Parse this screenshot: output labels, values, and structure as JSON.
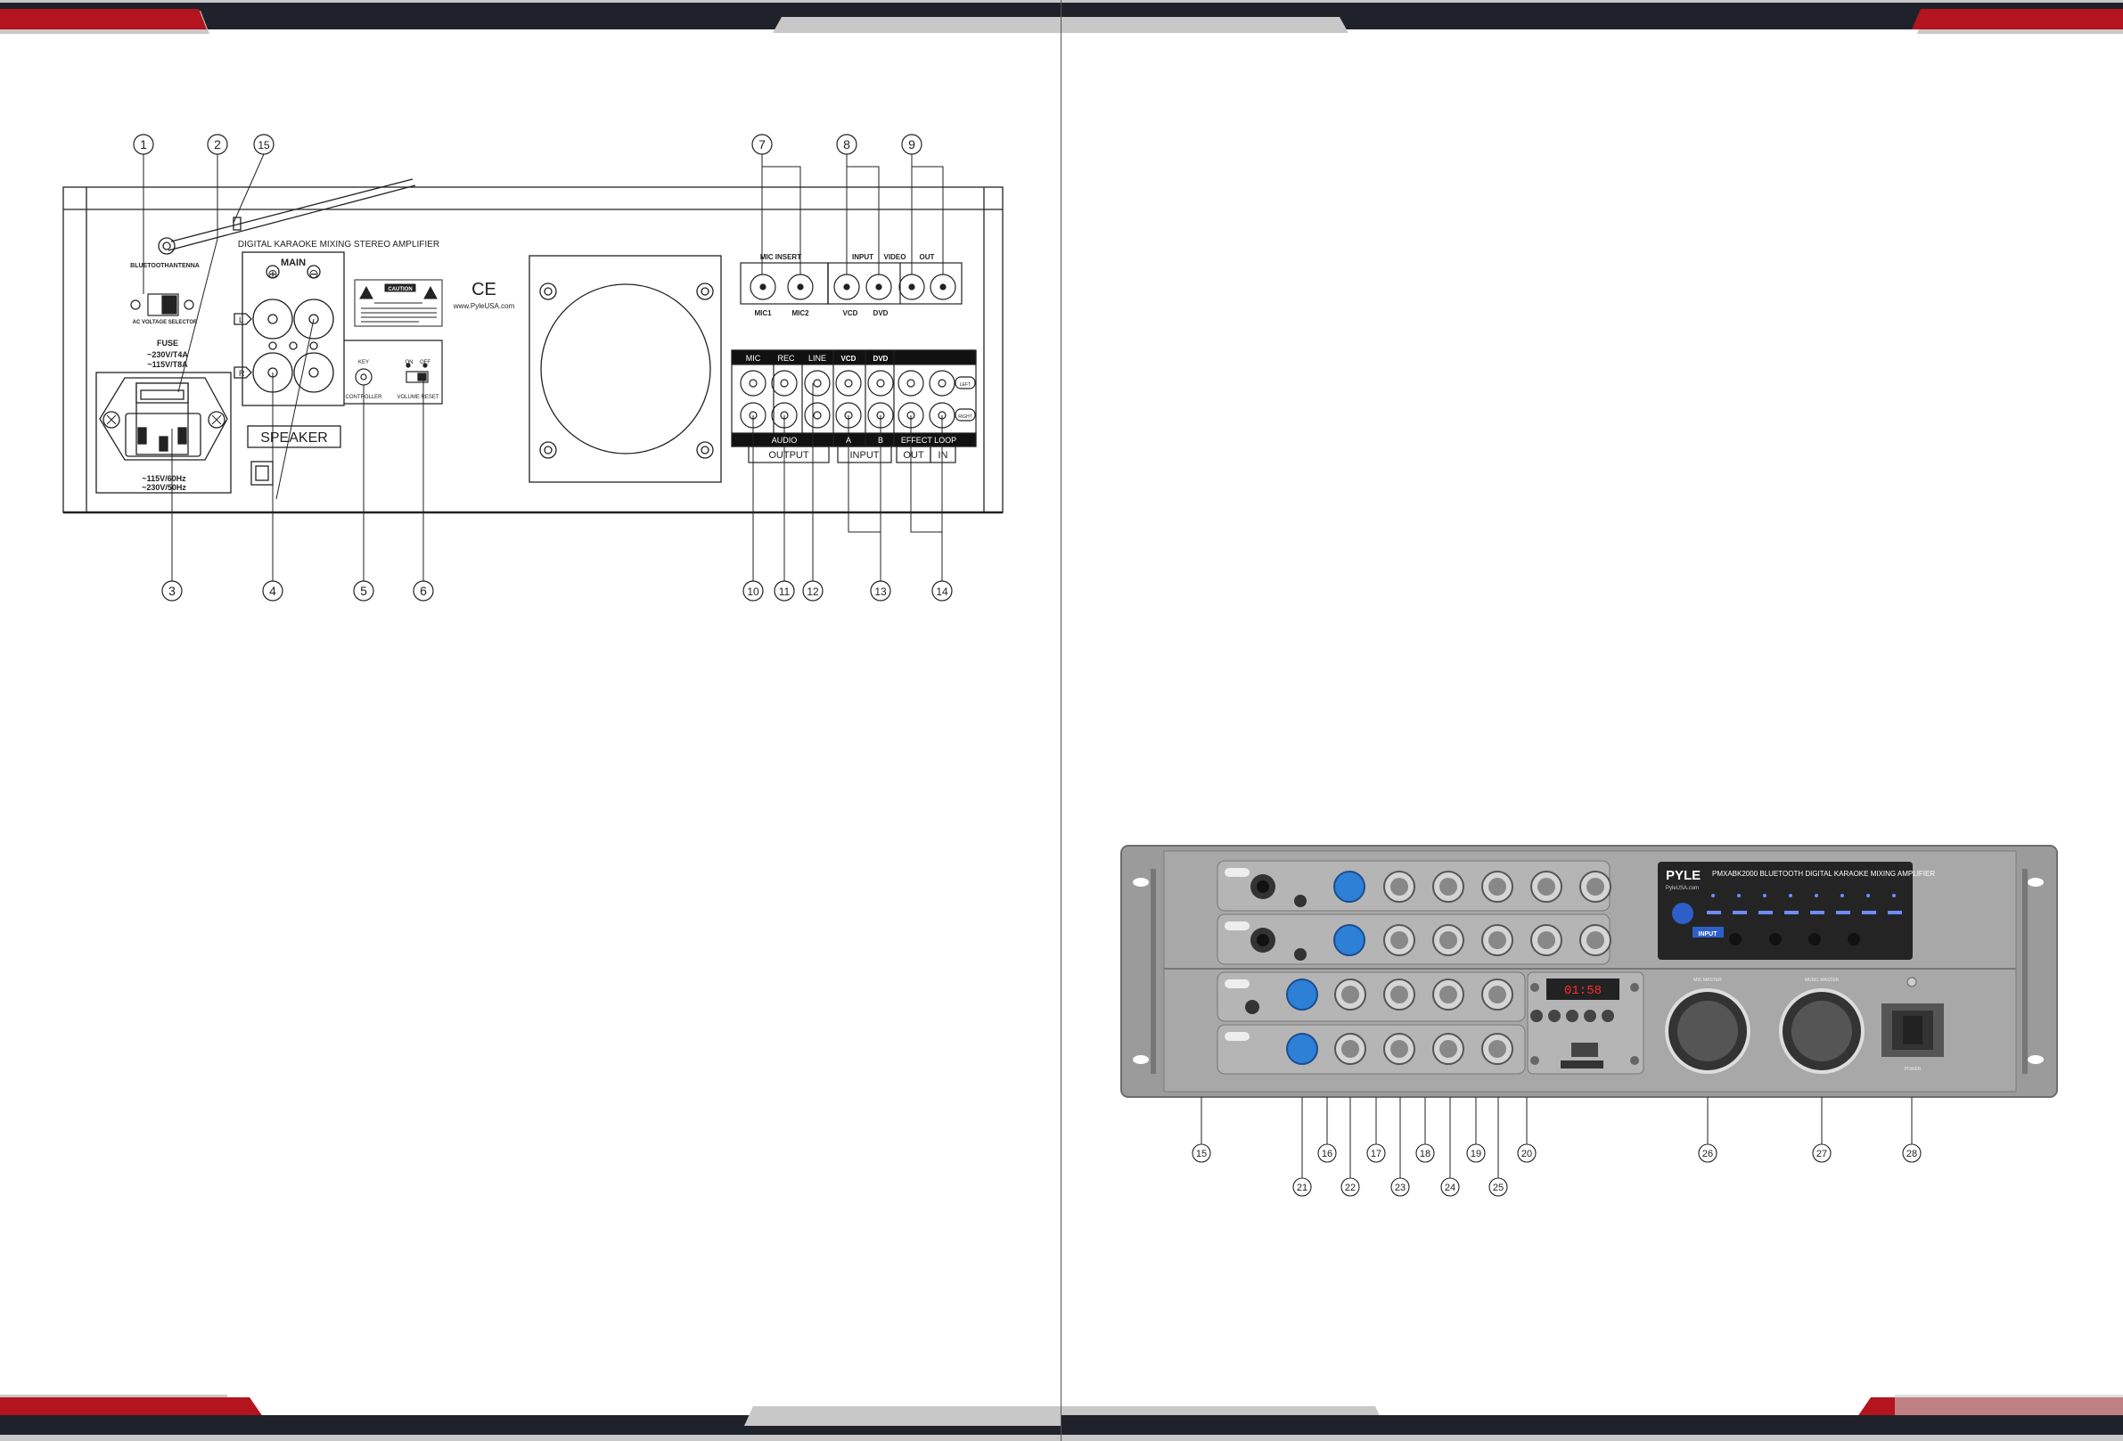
{
  "rear_panel": {
    "callouts_top": [
      "1",
      "2",
      "15",
      "7",
      "8",
      "9"
    ],
    "callouts_bottom": [
      "3",
      "4",
      "5",
      "6",
      "10",
      "11",
      "12",
      "13",
      "14"
    ],
    "antenna_label": "BLUETOOTHANTENNA",
    "voltage_selector_label": "AC VOLTAGE SELECTOR",
    "fuse_title": "FUSE",
    "fuse_line1": "~230V/T4A",
    "fuse_line2": "~115V/T8A",
    "power_line1": "~115V/60Hz",
    "power_line2": "~230V/50Hz",
    "model_title": "DIGITAL KARAOKE MIXING STEREO AMPLIFIER",
    "main_label": "MAIN",
    "plus_symbol": "⊕",
    "minus_symbol": "⊖",
    "left_marker": "L",
    "right_marker": "R",
    "speaker_label": "SPEAKER",
    "caution_title": "CAUTION",
    "ce_mark": "CE",
    "website": "www.PyleUSA.com",
    "key_label": "KEY",
    "controller_label": "CONTROLLER",
    "on_label": "ON",
    "off_label": "OFF",
    "volume_reset_label": "VOLUME RESET",
    "mic_insert_label": "MIC INSERT",
    "mic1_label": "MIC1",
    "mic2_label": "MIC2",
    "input_label": "INPUT",
    "video_label": "VIDEO",
    "out_label": "OUT",
    "vcd_label": "VCD",
    "dvd_label": "DVD",
    "rca_headers": [
      "MIC",
      "REC",
      "LINE",
      "VCD",
      "DVD"
    ],
    "left_tag": "LEFT",
    "right_tag": "RIGHT",
    "audio_label": "AUDIO",
    "a_label": "A",
    "b_label": "B",
    "effect_loop_label": "EFFECT LOOP",
    "output_box": "OUTPUT",
    "input_box": "INPUT",
    "out_box": "OUT",
    "in_box": "IN"
  },
  "front_panel": {
    "brand": "PYLE",
    "brand_sub": "PyleUSA.com",
    "model_title": "PMXABK2000 BLUETOOTH DIGITAL KARAOKE MIXING AMPLIFIER",
    "input_button_label": "INPUT",
    "display_readout": "01:58",
    "mic_master_label": "MIC MASTER",
    "music_master_label": "MUSIC MASTER",
    "power_label": "POWER",
    "callouts_row1": [
      "15",
      "16",
      "17",
      "18",
      "19",
      "20",
      "26",
      "27",
      "28"
    ],
    "callouts_row2": [
      "21",
      "22",
      "23",
      "24",
      "25"
    ]
  },
  "colors": {
    "band_dark": "#1f222b",
    "band_red": "#b3141d",
    "band_grey": "#c8c8c8",
    "chassis": "#9b9b9b",
    "knob_blue": "#2e7fd6"
  }
}
